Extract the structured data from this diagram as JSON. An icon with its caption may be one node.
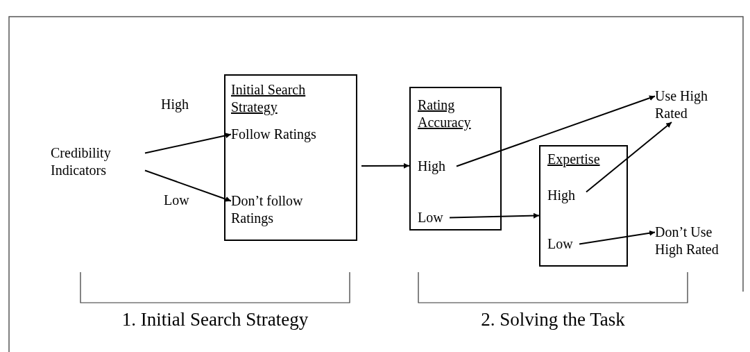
{
  "diagram": {
    "nodes": [
      {
        "text": [
          "Credibility Indicators"
        ]
      },
      {
        "text": [
          "Initial Search Strategy"
        ]
      },
      {
        "text": [
          "Follow Ratings"
        ],
        "in": 1
      },
      {
        "text": [
          "Don’t follow Ratings"
        ],
        "in": 1
      },
      {
        "text": [
          "Rating Accuracy"
        ]
      },
      {
        "text": [
          "High"
        ],
        "in": 4
      },
      {
        "text": [
          "Low"
        ],
        "in": 4
      },
      {
        "text": [
          "Expertise"
        ]
      },
      {
        "text": [
          "High"
        ],
        "in": 7
      },
      {
        "text": [
          "Low"
        ],
        "in": 7
      },
      {
        "text": [
          "Use High Rated"
        ]
      },
      {
        "text": [
          "Don’t Use High Rated"
        ]
      }
    ],
    "edges": [
      {
        "from": 0,
        "to": 2,
        "arrow": "to",
        "label": "High"
      },
      {
        "from": 0,
        "to": 3,
        "arrow": "to",
        "label": "Low"
      },
      {
        "from": 1,
        "to": 4,
        "arrow": "to"
      },
      {
        "from": 5,
        "to": 10,
        "arrow": "to"
      },
      {
        "from": 6,
        "to": 7,
        "arrow": "to"
      },
      {
        "from": 8,
        "to": 10,
        "arrow": "to"
      },
      {
        "from": 9,
        "to": 11,
        "arrow": "to"
      }
    ],
    "labels": [
      "1. Initial Search Strategy",
      "2. Solving the Task"
    ]
  }
}
